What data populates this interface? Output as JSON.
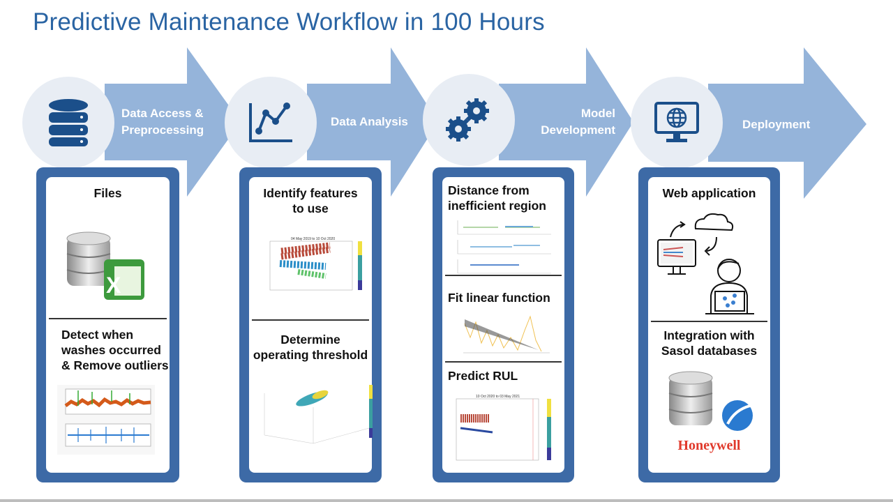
{
  "title": "Predictive Maintenance Workflow in 100 Hours",
  "stages": [
    {
      "label_line1": "Data Access &",
      "label_line2": "Preprocessing",
      "icon": "database-icon"
    },
    {
      "label_line1": "Data Analysis",
      "icon": "line-chart-icon"
    },
    {
      "label_line1": "Model",
      "label_line2": "Development",
      "icon": "gears-icon"
    },
    {
      "label_line1": "Deployment",
      "icon": "monitor-globe-icon"
    }
  ],
  "panels": {
    "p1": {
      "s1": "Files",
      "s2_l1": "Detect when",
      "s2_l2": "washes occurred",
      "s2_l3": "& Remove outliers"
    },
    "p2": {
      "s1_l1": "Identify features",
      "s1_l2": "to use",
      "chart_title": "04 May 2019 to 10 Oct 2020",
      "s2_l1": "Determine",
      "s2_l2": "operating threshold"
    },
    "p3": {
      "s1_l1": "Distance from",
      "s1_l2": "inefficient region",
      "s2": "Fit linear function",
      "s3": "Predict RUL",
      "chart_title": "10 Oct 2020 to 03 May 2021"
    },
    "p4": {
      "s1": "Web application",
      "s2_l1": "Integration with",
      "s2_l2": "Sasol databases",
      "logo": "Honeywell"
    }
  },
  "colors": {
    "arrow": "#95b4da",
    "panel": "#3d6aa6",
    "icon": "#1b4f8a",
    "title": "#2a64a3",
    "honeywell": "#e0392b"
  }
}
